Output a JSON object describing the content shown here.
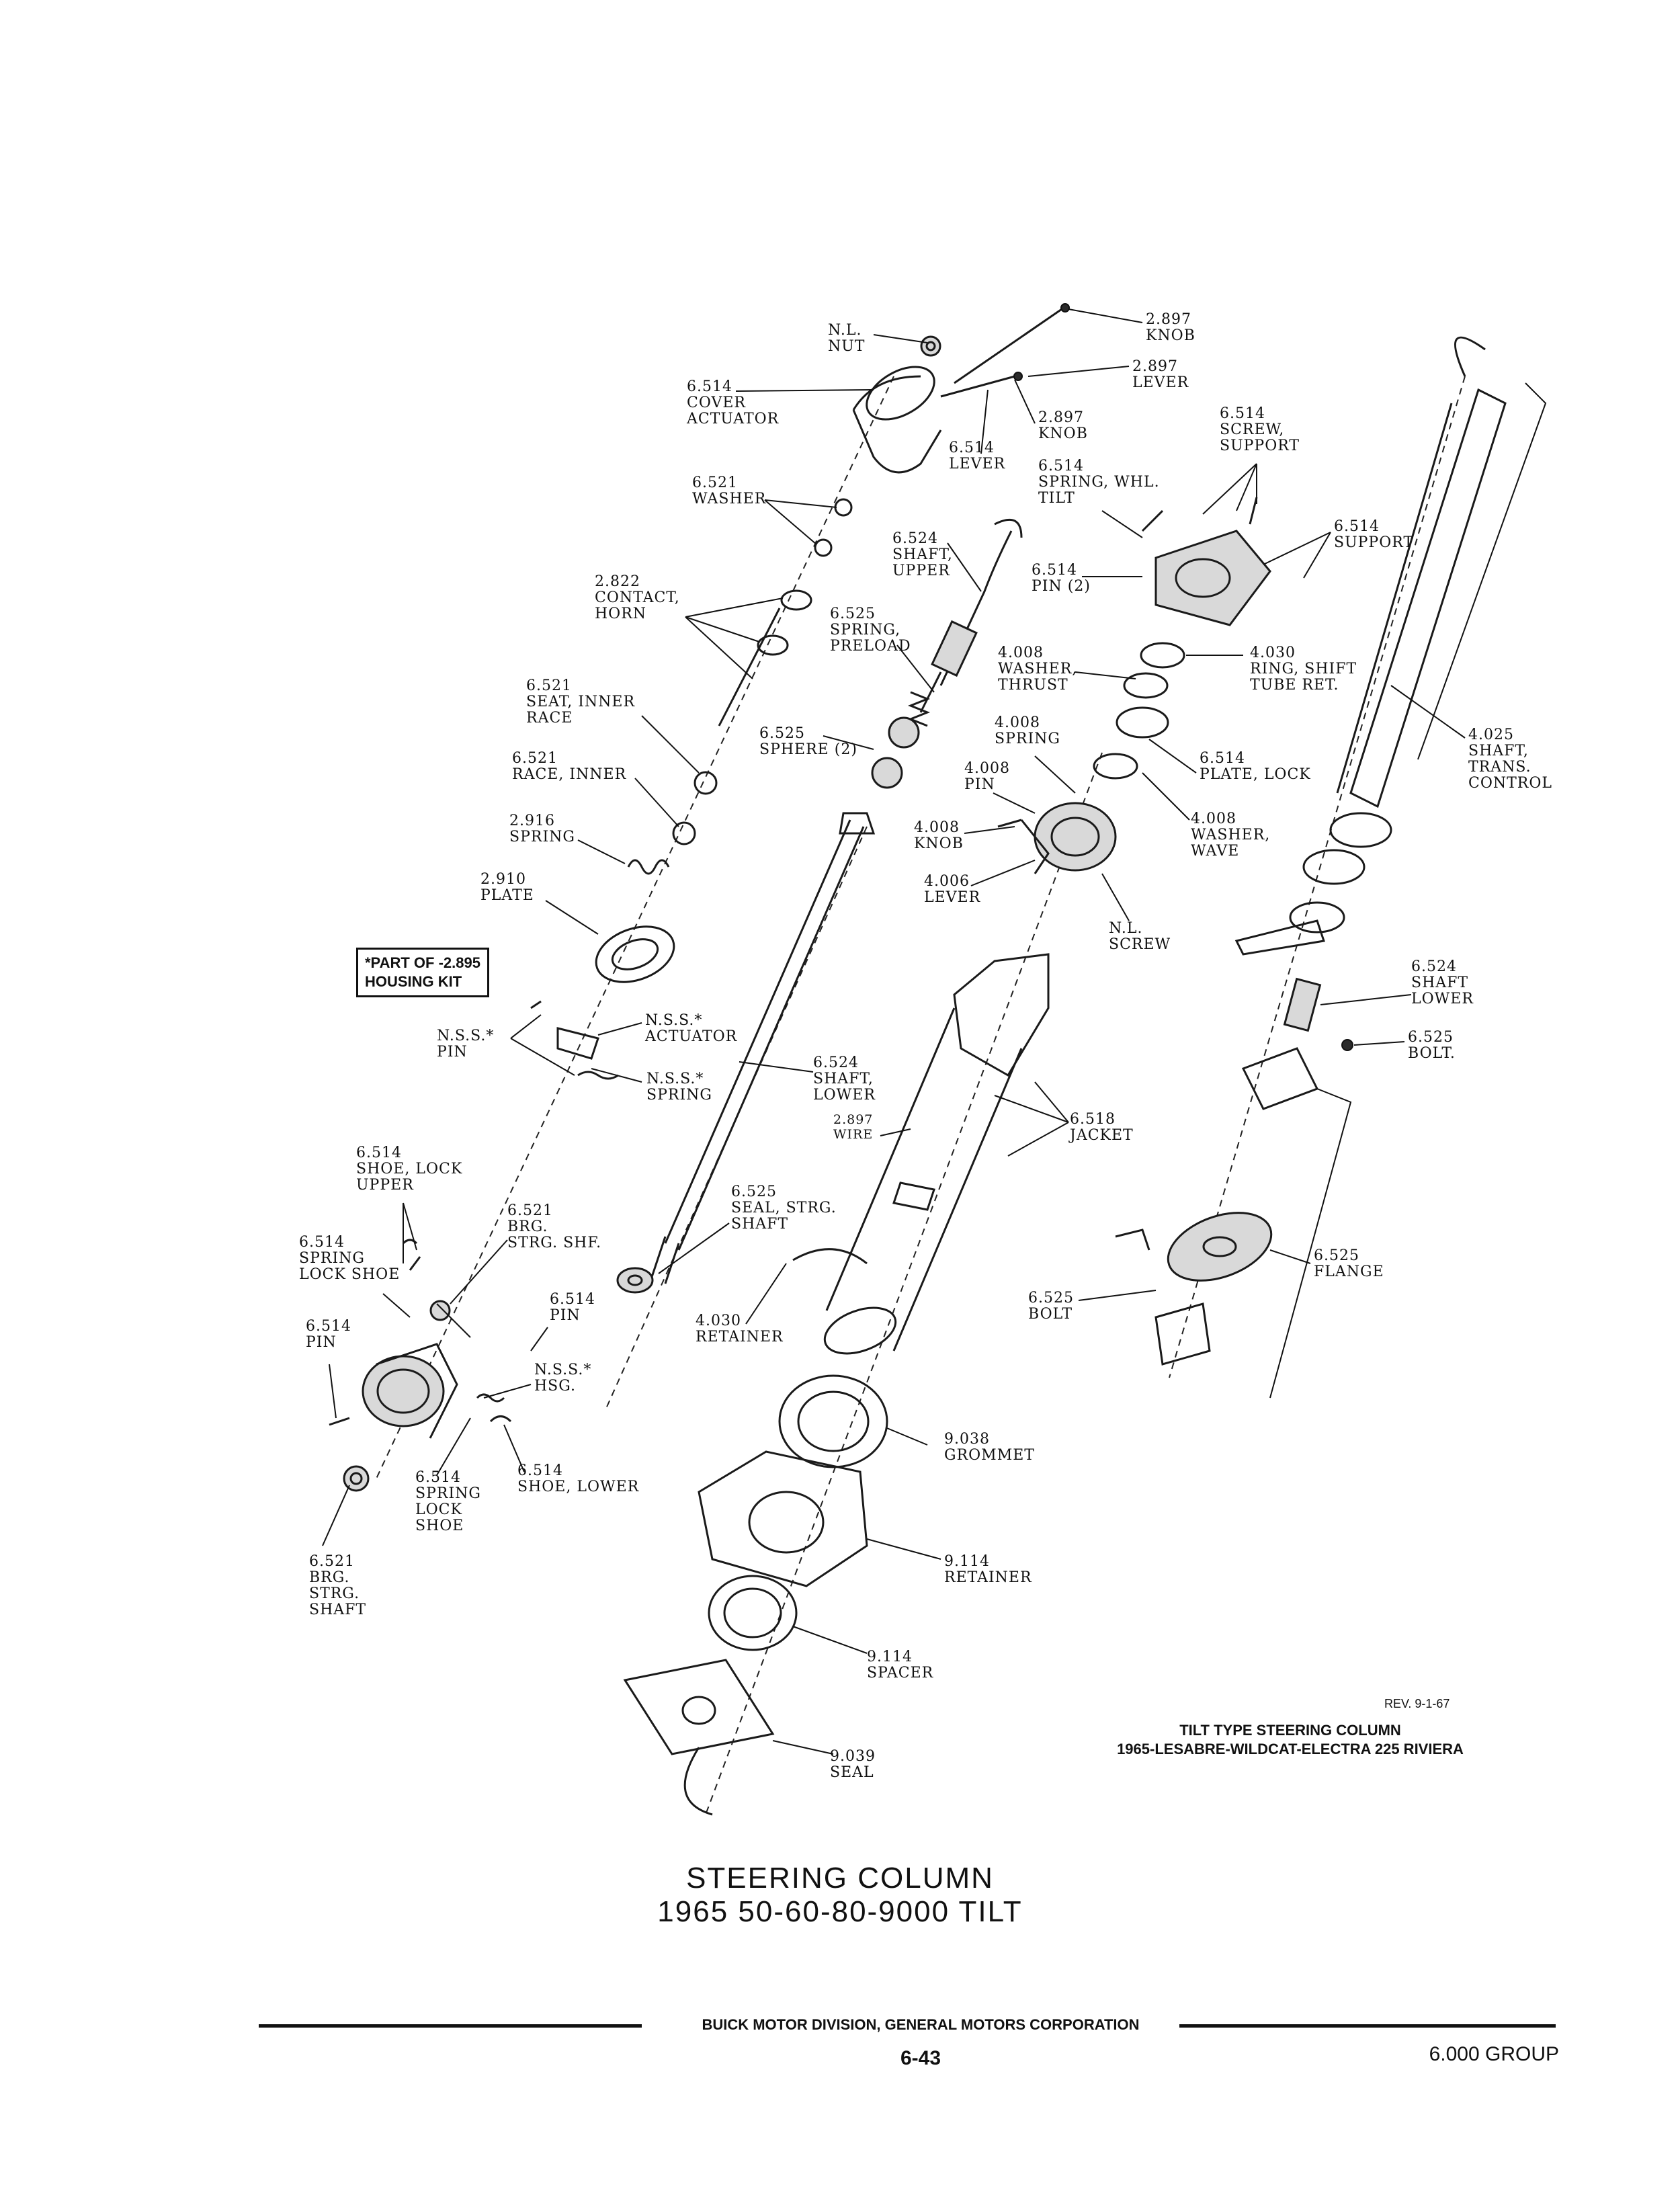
{
  "title": {
    "line1": "STEERING COLUMN",
    "line2": "1965 50-60-80-9000 TILT"
  },
  "caption": {
    "rev": "REV. 9-1-67",
    "line1": "TILT TYPE STEERING COLUMN",
    "line2": "1965-LESABRE-WILDCAT-ELECTRA 225 RIVIERA"
  },
  "note_box": {
    "line1": "*PART OF -2.895",
    "line2": "HOUSING KIT"
  },
  "footer": {
    "company": "BUICK MOTOR DIVISION, GENERAL MOTORS CORPORATION",
    "page": "6-43",
    "group": "6.000 GROUP"
  },
  "labels": [
    {
      "id": "nl-nut",
      "lines": [
        "N.L.",
        "NUT"
      ]
    },
    {
      "id": "knob-2897-a",
      "lines": [
        "2.897",
        "KNOB"
      ]
    },
    {
      "id": "lever-2897",
      "lines": [
        "2.897",
        "LEVER"
      ]
    },
    {
      "id": "cover-actuator",
      "lines": [
        "6.514",
        "COVER",
        "ACTUATOR"
      ]
    },
    {
      "id": "knob-2897-b",
      "lines": [
        "2.897",
        "KNOB"
      ]
    },
    {
      "id": "lever-6514",
      "lines": [
        "6.514",
        "LEVER"
      ]
    },
    {
      "id": "screw-support",
      "lines": [
        "6.514",
        "SCREW,",
        "SUPPORT"
      ]
    },
    {
      "id": "spring-whl-tilt",
      "lines": [
        "6.514",
        "SPRING, WHL.",
        "TILT"
      ]
    },
    {
      "id": "washer-6521",
      "lines": [
        "6.521",
        "WASHER"
      ]
    },
    {
      "id": "support-6514",
      "lines": [
        "6.514",
        "SUPPORT"
      ]
    },
    {
      "id": "shaft-upper",
      "lines": [
        "6.524",
        "SHAFT,",
        "UPPER"
      ]
    },
    {
      "id": "pin-2-6514",
      "lines": [
        "6.514",
        "PIN (2)"
      ]
    },
    {
      "id": "contact-horn",
      "lines": [
        "2.822",
        "CONTACT,",
        "HORN"
      ]
    },
    {
      "id": "spring-preload",
      "lines": [
        "6.525",
        "SPRING,",
        "PRELOAD"
      ]
    },
    {
      "id": "washer-thrust",
      "lines": [
        "4.008",
        "WASHER,",
        "THRUST"
      ]
    },
    {
      "id": "ring-shift-tube",
      "lines": [
        "4.030",
        "RING, SHIFT",
        "TUBE RET."
      ]
    },
    {
      "id": "seat-inner-race",
      "lines": [
        "6.521",
        "SEAT, INNER",
        "RACE"
      ]
    },
    {
      "id": "spring-4008",
      "lines": [
        "4.008",
        "SPRING"
      ]
    },
    {
      "id": "sphere-2",
      "lines": [
        "6.525",
        "SPHERE (2)"
      ]
    },
    {
      "id": "shaft-trans-control",
      "lines": [
        "4.025",
        "SHAFT,",
        "TRANS.",
        "CONTROL"
      ]
    },
    {
      "id": "race-inner",
      "lines": [
        "6.521",
        "RACE, INNER"
      ]
    },
    {
      "id": "plate-lock",
      "lines": [
        "6.514",
        "PLATE, LOCK"
      ]
    },
    {
      "id": "pin-4008",
      "lines": [
        "4.008",
        "PIN"
      ]
    },
    {
      "id": "spring-2916",
      "lines": [
        "2.916",
        "SPRING"
      ]
    },
    {
      "id": "washer-wave",
      "lines": [
        "4.008",
        "WASHER,",
        "WAVE"
      ]
    },
    {
      "id": "knob-4008",
      "lines": [
        "4.008",
        "KNOB"
      ]
    },
    {
      "id": "plate-2910",
      "lines": [
        "2.910",
        "PLATE"
      ]
    },
    {
      "id": "lever-4006",
      "lines": [
        "4.006",
        "LEVER"
      ]
    },
    {
      "id": "nl-screw",
      "lines": [
        "N.L.",
        "SCREW"
      ]
    },
    {
      "id": "shaft-lower-6524-r",
      "lines": [
        "6.524",
        "SHAFT",
        "LOWER"
      ]
    },
    {
      "id": "nss-actuator",
      "lines": [
        "N.S.S.*",
        "ACTUATOR"
      ]
    },
    {
      "id": "nss-pin",
      "lines": [
        "N.S.S.*",
        "PIN"
      ]
    },
    {
      "id": "bolt-6525-r",
      "lines": [
        "6.525",
        "BOLT."
      ]
    },
    {
      "id": "shaft-lower-6524",
      "lines": [
        "6.524",
        "SHAFT,",
        "LOWER"
      ]
    },
    {
      "id": "nss-spring",
      "lines": [
        "N.S.S.*",
        "SPRING"
      ]
    },
    {
      "id": "wire-2897",
      "lines": [
        "2.897",
        "WIRE"
      ]
    },
    {
      "id": "jacket-6518",
      "lines": [
        "6.518",
        "JACKET"
      ]
    },
    {
      "id": "shoe-lock-upper",
      "lines": [
        "6.514",
        "SHOE, LOCK",
        "UPPER"
      ]
    },
    {
      "id": "brg-strg-shf",
      "lines": [
        "6.521",
        "BRG.",
        "STRG. SHF."
      ]
    },
    {
      "id": "seal-strg-shaft",
      "lines": [
        "6.525",
        "SEAL, STRG.",
        "SHAFT"
      ]
    },
    {
      "id": "spring-lock-shoe",
      "lines": [
        "6.514",
        "SPRING",
        "LOCK SHOE"
      ]
    },
    {
      "id": "flange-6525",
      "lines": [
        "6.525",
        "FLANGE"
      ]
    },
    {
      "id": "pin-6514-a",
      "lines": [
        "6.514",
        "PIN"
      ]
    },
    {
      "id": "pin-6514-b",
      "lines": [
        "6.514",
        "PIN"
      ]
    },
    {
      "id": "retainer-4030",
      "lines": [
        "4.030",
        "RETAINER"
      ]
    },
    {
      "id": "bolt-6525",
      "lines": [
        "6.525",
        "BOLT"
      ]
    },
    {
      "id": "nss-hsg",
      "lines": [
        "N.S.S.*",
        "HSG."
      ]
    },
    {
      "id": "grommet-9038",
      "lines": [
        "9.038",
        "GROMMET"
      ]
    },
    {
      "id": "spring-lock-shoe-2",
      "lines": [
        "6.514",
        "SPRING",
        "LOCK",
        "SHOE"
      ]
    },
    {
      "id": "shoe-lower",
      "lines": [
        "6.514",
        "SHOE, LOWER"
      ]
    },
    {
      "id": "retainer-9114",
      "lines": [
        "9.114",
        "RETAINER"
      ]
    },
    {
      "id": "brg-strg-shaft",
      "lines": [
        "6.521",
        "BRG.",
        "STRG.",
        "SHAFT"
      ]
    },
    {
      "id": "spacer-9114",
      "lines": [
        "9.114",
        "SPACER"
      ]
    },
    {
      "id": "seal-9039",
      "lines": [
        "9.039",
        "SEAL"
      ]
    }
  ]
}
